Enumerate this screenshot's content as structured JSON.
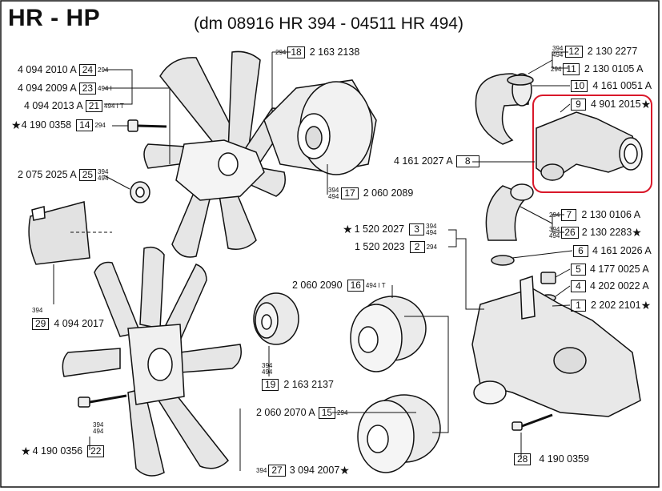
{
  "header": {
    "title": "HR - HP",
    "subtitle": "(dm 08916 HR 394 - 04511 HR 494)"
  },
  "parts": {
    "p24": {
      "code": "4 094 2010 A",
      "num": "24",
      "note": "294"
    },
    "p23": {
      "code": "4 094 2009 A",
      "num": "23",
      "note": "494 I"
    },
    "p21": {
      "code": "4 094 2013 A",
      "num": "21",
      "note": "494 I T"
    },
    "p14": {
      "code": "4 190 0358",
      "num": "14",
      "note": "294"
    },
    "p25": {
      "code": "2 075 2025 A",
      "num": "25",
      "note_a": "394",
      "note_b": "494"
    },
    "p18": {
      "code": "2 163 2138",
      "num": "18",
      "note": "294"
    },
    "p17": {
      "code": "2 060 2089",
      "num": "17",
      "note_a": "394",
      "note_b": "494"
    },
    "p12": {
      "code": "2 130 2277",
      "num": "12",
      "note_a": "394",
      "note_b": "494"
    },
    "p11": {
      "code": "2 130 0105 A",
      "num": "11",
      "note": "294"
    },
    "p10": {
      "code": "4 161 0051 A",
      "num": "10"
    },
    "p9": {
      "code": "4 901 2015",
      "num": "9"
    },
    "p8": {
      "code": "4 161 2027 A",
      "num": "8"
    },
    "p7": {
      "code": "2 130 0106 A",
      "num": "7",
      "note": "294"
    },
    "p26": {
      "code": "2 130 2283",
      "num": "26",
      "note_a": "394",
      "note_b": "494"
    },
    "p3": {
      "code": "1 520 2027",
      "num": "3",
      "note_a": "394",
      "note_b": "494"
    },
    "p2": {
      "code": "1 520 2023",
      "num": "2",
      "note": "294"
    },
    "p6": {
      "code": "4 161 2026 A",
      "num": "6"
    },
    "p5": {
      "code": "4 177 0025 A",
      "num": "5"
    },
    "p4": {
      "code": "4 202 0022 A",
      "num": "4"
    },
    "p1": {
      "code": "2 202 2101",
      "num": "1"
    },
    "p16": {
      "code": "2 060 2090",
      "num": "16",
      "note": "494 I T"
    },
    "p19": {
      "code": "2 163 2137",
      "num": "19",
      "note_a": "394",
      "note_b": "494"
    },
    "p15": {
      "code": "2 060 2070 A",
      "num": "15",
      "note": "294"
    },
    "p29": {
      "code": "4 094 2017",
      "num": "29",
      "note": "394"
    },
    "p22": {
      "code": "4 190 0356",
      "num": "22",
      "note_a": "394",
      "note_b": "494"
    },
    "p27": {
      "code": "3 094 2007",
      "num": "27",
      "note": "394"
    },
    "p28": {
      "code": "4 190 0359",
      "num": "28"
    }
  },
  "star_symbol": "★",
  "highlight_color": "#d9182a"
}
